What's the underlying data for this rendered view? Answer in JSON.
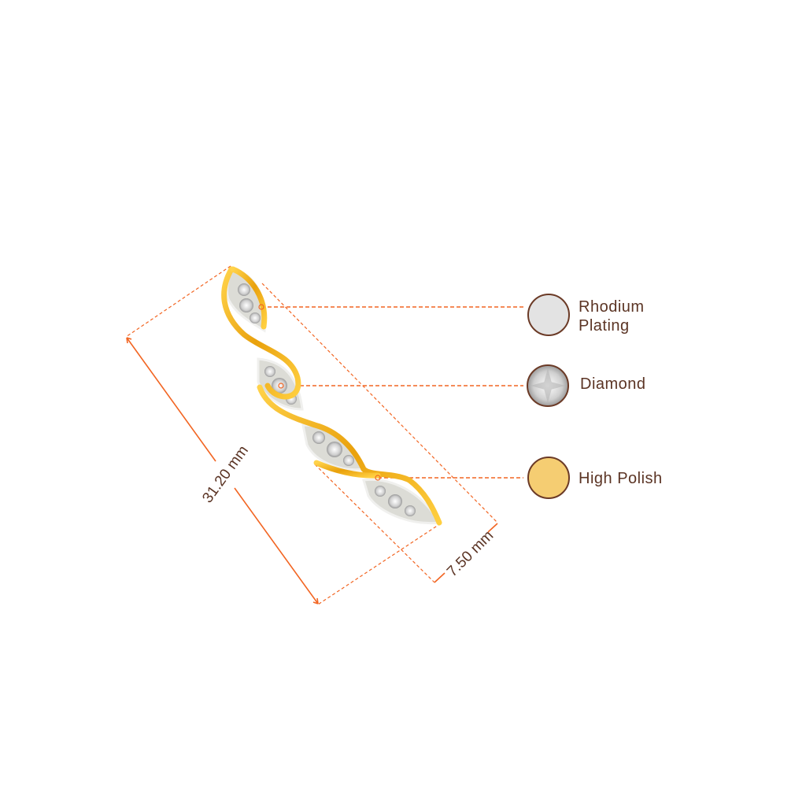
{
  "dimensions": {
    "length": "31.20 mm",
    "width": "7.50 mm"
  },
  "legend": [
    {
      "label_line1": "Rhodium",
      "label_line2": "Plating",
      "swatch": "#e3e3e3"
    },
    {
      "label_line1": "Diamond",
      "label_line2": "",
      "swatch": "#d9d9d9"
    },
    {
      "label_line1": "High Polish",
      "label_line2": "",
      "swatch": "#f5cd72"
    }
  ],
  "colors": {
    "accent": "#f26522",
    "text": "#5b3424",
    "gold": "#f2b01c",
    "silver": "#d8d8d4"
  }
}
